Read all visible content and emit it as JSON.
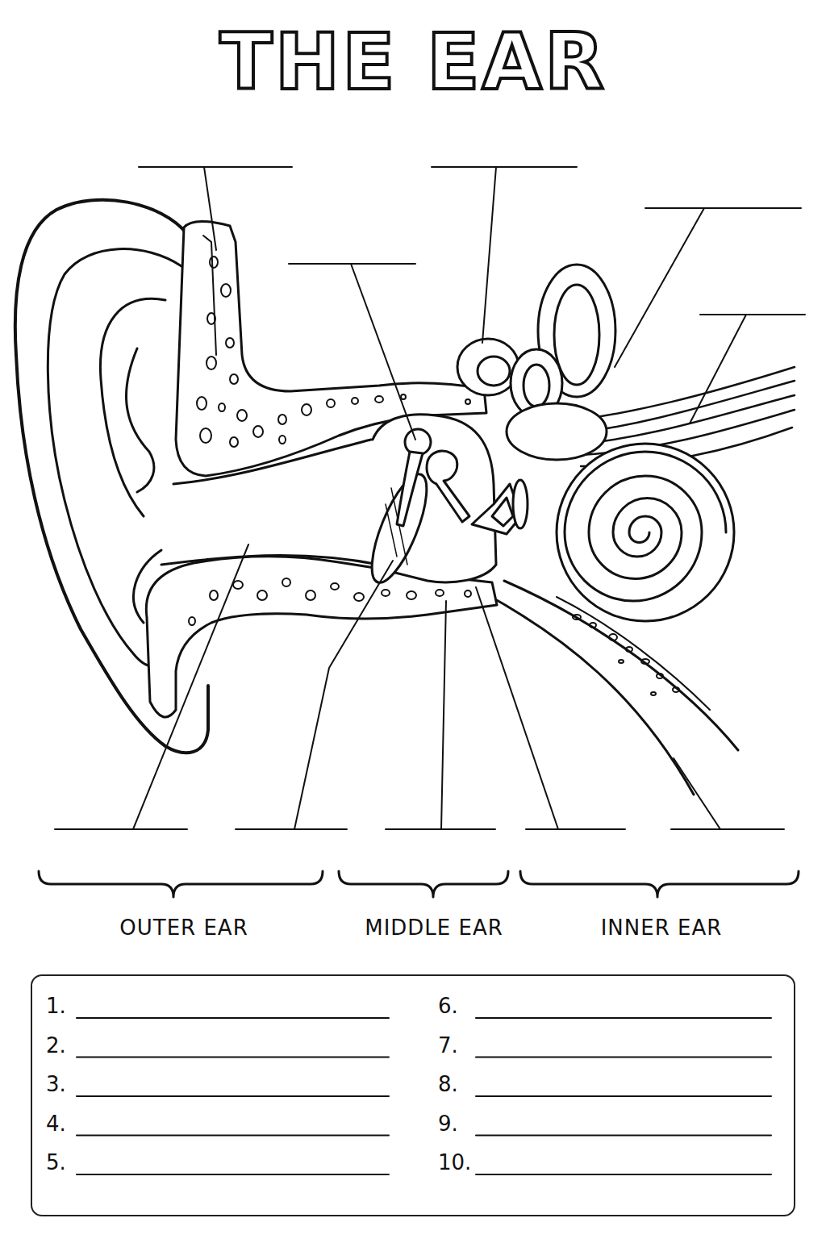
{
  "diagram": {
    "title": "THE EAR",
    "nodes": [
      {
        "text": [
          "1.",
          "2.",
          "3.",
          "4.",
          "5.",
          "6.",
          "7.",
          "8.",
          "9.",
          "10."
        ]
      }
    ],
    "labels": [
      "OUTER EAR",
      "MIDDLE EAR",
      "INNER EAR"
    ]
  }
}
